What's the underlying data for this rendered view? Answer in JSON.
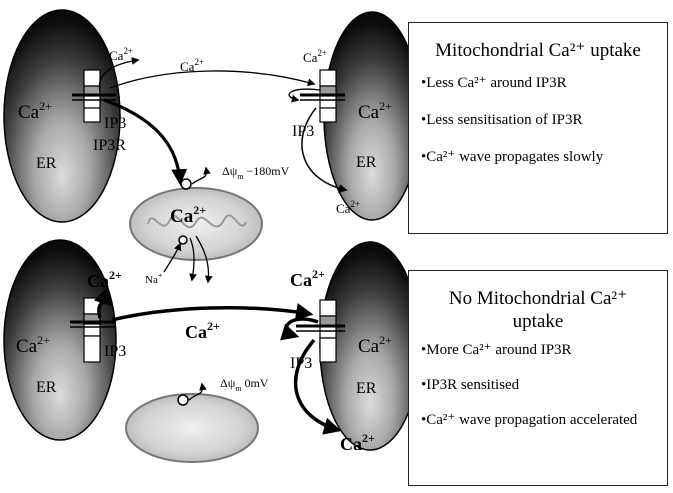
{
  "top_scenario": {
    "left_cell": {
      "ca_label": "Ca",
      "ca_sup": "2+",
      "ip3_label": "IP3",
      "ip3r_label": "IP3R",
      "er_label": "ER"
    },
    "right_cell": {
      "ca_label": "Ca",
      "ca_sup": "2+",
      "ip3_label": "IP3",
      "er_label": "ER"
    },
    "release_ca_left": {
      "base": "Ca",
      "sup": "2+"
    },
    "diffusing_ca": {
      "base": "Ca",
      "sup": "2+"
    },
    "release_ca_right": {
      "base": "Ca",
      "sup": "2+"
    },
    "wave_ca_right": {
      "base": "Ca",
      "sup": "2+"
    },
    "mitochondrion": {
      "ca_base": "Ca",
      "ca_sup": "2+",
      "na_base": "Na",
      "na_sup": "+",
      "potential_prefix": "Δψ",
      "potential_sub": "m",
      "potential_value": " −180mV"
    },
    "panel": {
      "title": "Mitochondrial Ca²⁺ uptake",
      "items": [
        "•Less Ca²⁺ around IP3R",
        "•Less sensitisation of IP3R",
        "•Ca²⁺ wave propagates slowly"
      ]
    }
  },
  "bottom_scenario": {
    "left_cell": {
      "ca_label": "Ca",
      "ca_sup": "2+",
      "ip3_label": "IP3",
      "er_label": "ER"
    },
    "right_cell": {
      "ca_label": "Ca",
      "ca_sup": "2+",
      "ip3_label": "IP3",
      "er_label": "ER"
    },
    "release_ca_left": {
      "base": "Ca",
      "sup": "2+"
    },
    "diffusing_ca": {
      "base": "Ca",
      "sup": "2+"
    },
    "release_ca_right": {
      "base": "Ca",
      "sup": "2+"
    },
    "wave_ca_right": {
      "base": "Ca",
      "sup": "2+"
    },
    "mitochondrion": {
      "potential_prefix": "Δψ",
      "potential_sub": "m",
      "potential_value": " 0mV"
    },
    "panel": {
      "title_line1": "No Mitochondrial Ca²⁺",
      "title_line2": "uptake",
      "items": [
        "•More Ca²⁺ around IP3R",
        "•IP3R sensitised",
        "•Ca²⁺ wave propagation accelerated"
      ]
    }
  },
  "colors": {
    "er_dark": "#111111",
    "er_light": "#d8d8d8",
    "mito_outer": "#bdbdbd",
    "mito_inner": "#e0e0e0",
    "line": "#000000",
    "panel_border": "#222222"
  }
}
